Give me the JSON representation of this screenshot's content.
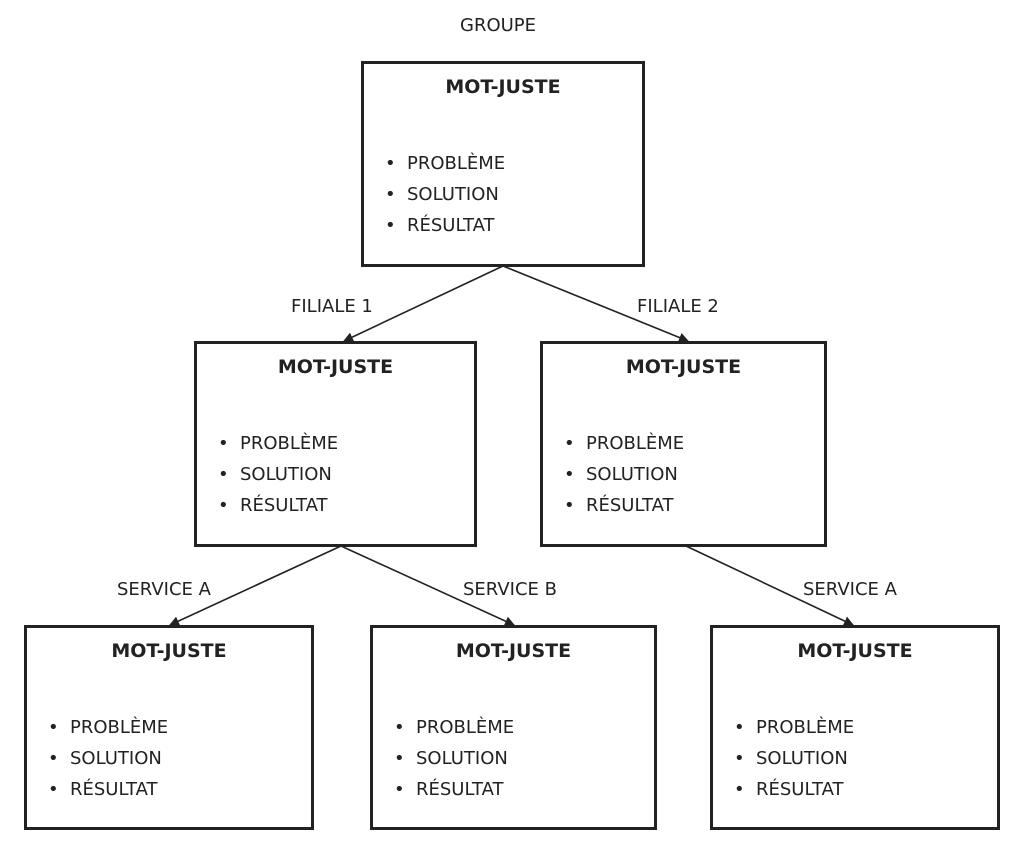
{
  "top_label": "GROUPE",
  "boxes": [
    {
      "id": "groupe",
      "title": "MOT-JUSTE",
      "items": [
        "PROBLÈME",
        "SOLUTION",
        "RÉSULTAT"
      ]
    },
    {
      "id": "filiale-1",
      "title": "MOT-JUSTE",
      "items": [
        "PROBLÈME",
        "SOLUTION",
        "RÉSULTAT"
      ]
    },
    {
      "id": "filiale-2",
      "title": "MOT-JUSTE",
      "items": [
        "PROBLÈME",
        "SOLUTION",
        "RÉSULTAT"
      ]
    },
    {
      "id": "filiale-1-service-a",
      "title": "MOT-JUSTE",
      "items": [
        "PROBLÈME",
        "SOLUTION",
        "RÉSULTAT"
      ]
    },
    {
      "id": "filiale-1-service-b",
      "title": "MOT-JUSTE",
      "items": [
        "PROBLÈME",
        "SOLUTION",
        "RÉSULTAT"
      ]
    },
    {
      "id": "filiale-2-service-a",
      "title": "MOT-JUSTE",
      "items": [
        "PROBLÈME",
        "SOLUTION",
        "RÉSULTAT"
      ]
    }
  ],
  "edges": [
    {
      "from": "groupe",
      "to": "filiale-1",
      "label": "FILIALE 1"
    },
    {
      "from": "groupe",
      "to": "filiale-2",
      "label": "FILIALE 2"
    },
    {
      "from": "filiale-1",
      "to": "filiale-1-service-a",
      "label": "SERVICE A"
    },
    {
      "from": "filiale-1",
      "to": "filiale-1-service-b",
      "label": "SERVICE B"
    },
    {
      "from": "filiale-2",
      "to": "filiale-2-service-a",
      "label": "SERVICE A"
    }
  ],
  "colors": {
    "stroke": "#222222",
    "background": "#ffffff"
  }
}
